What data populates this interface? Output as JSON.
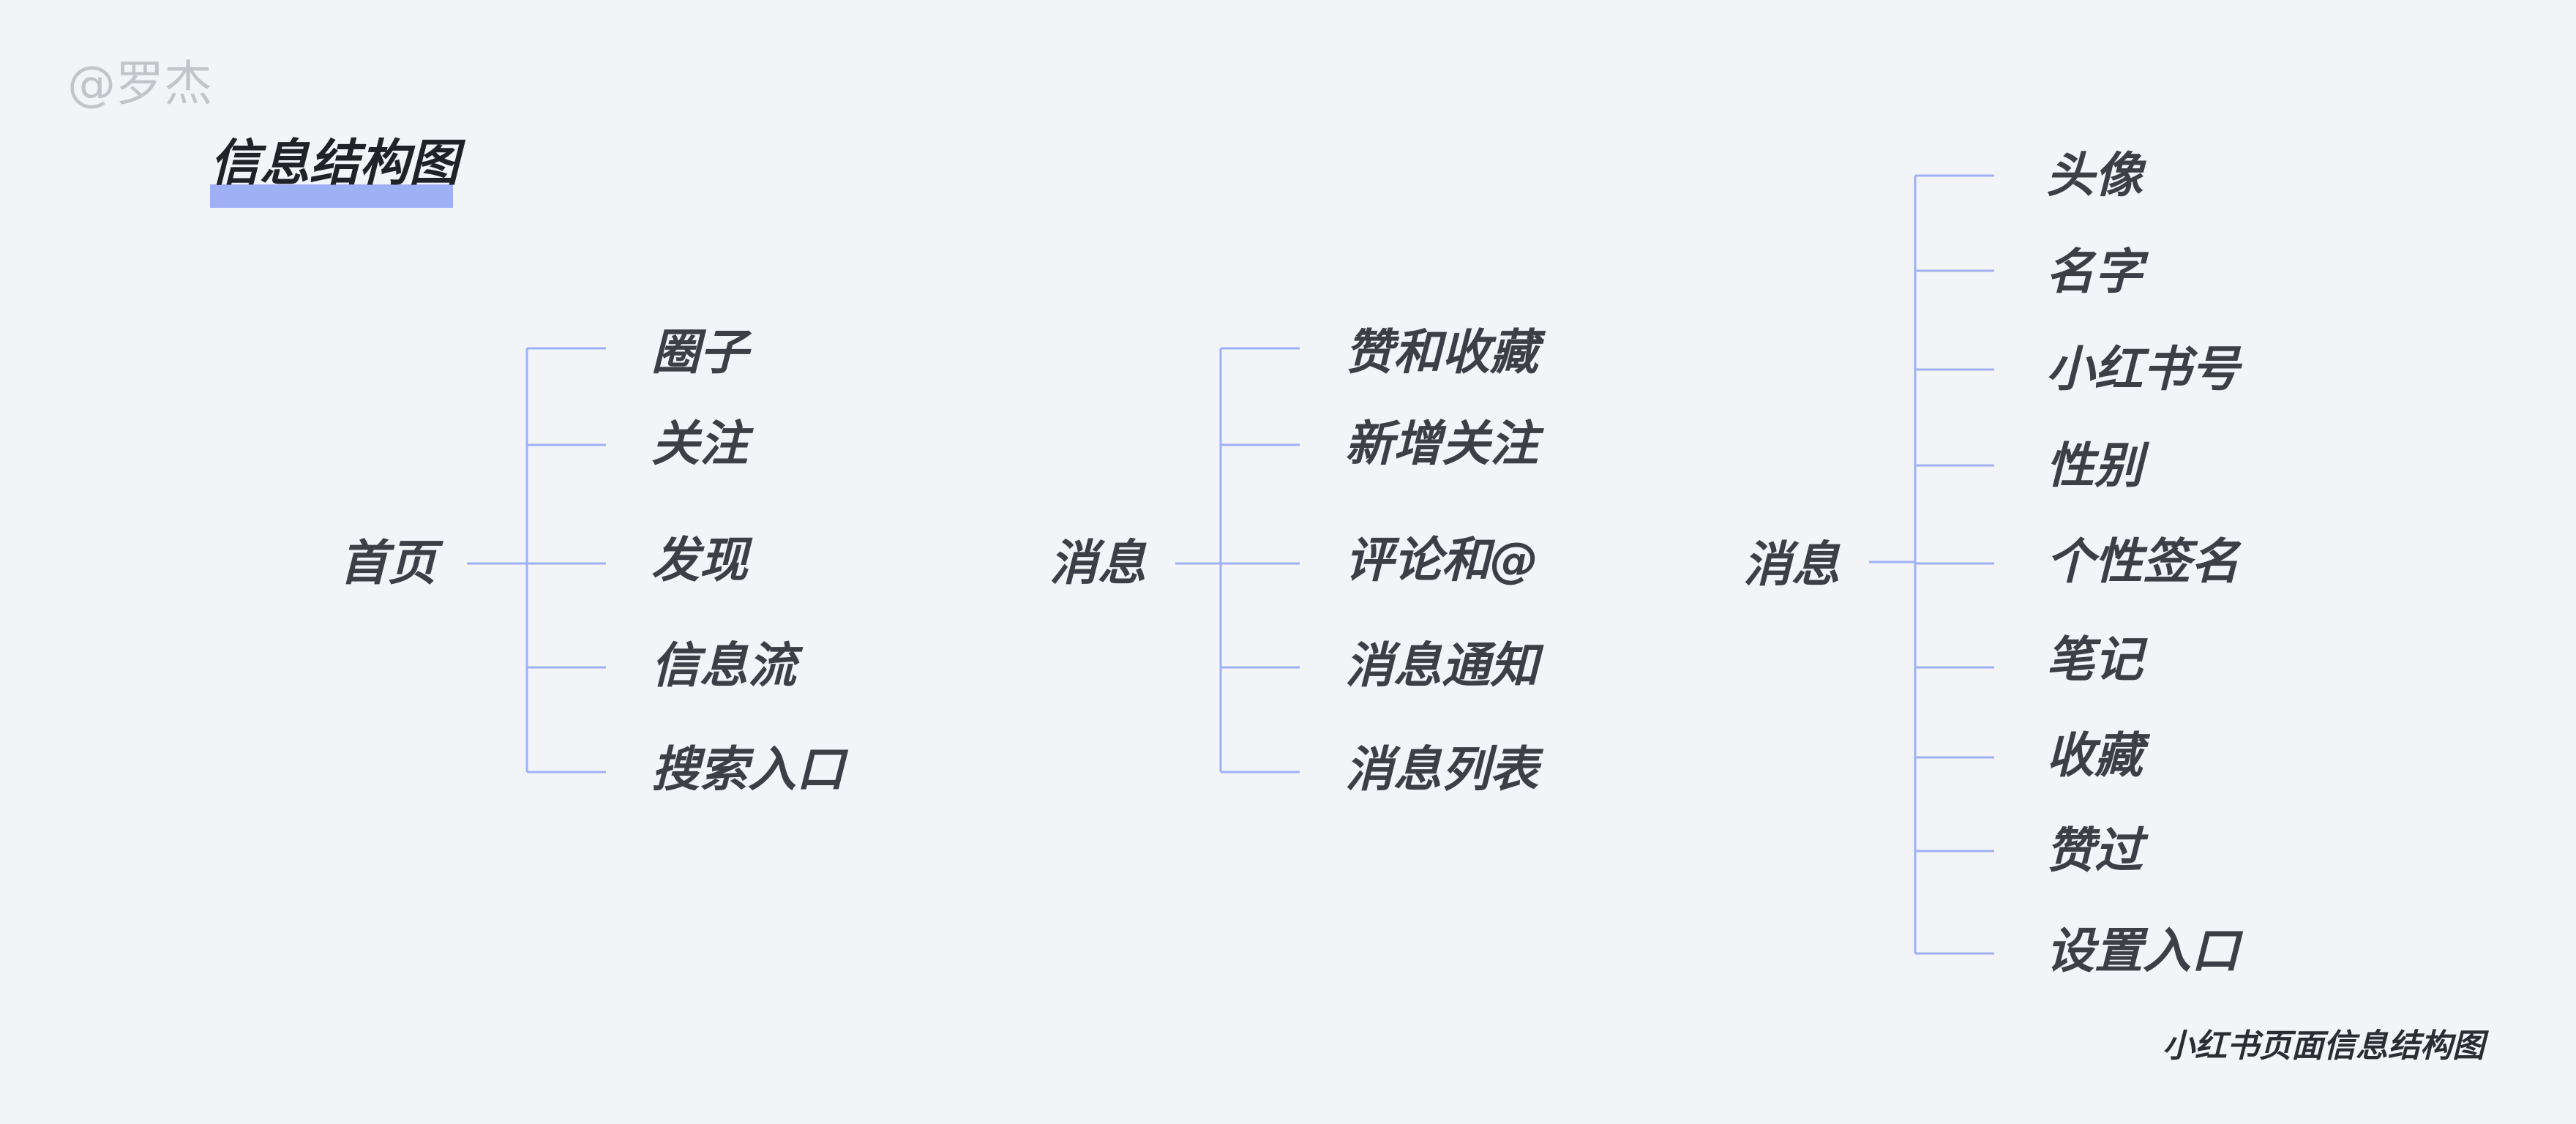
{
  "watermark": "@罗杰",
  "title": "信息结构图",
  "caption": "小红书页面信息结构图",
  "line_color": "#9fb0f5",
  "trees": [
    {
      "root": "首页",
      "children": [
        "圈子",
        "关注",
        "发现",
        "信息流",
        "搜索入口"
      ]
    },
    {
      "root": "消息",
      "children": [
        "赞和收藏",
        "新增关注",
        "评论和@",
        "消息通知",
        "消息列表"
      ]
    },
    {
      "root": "消息",
      "children": [
        "头像",
        "名字",
        "小红书号",
        "性别",
        "个性签名",
        "笔记",
        "收藏",
        "赞过",
        "设置入口"
      ]
    }
  ]
}
